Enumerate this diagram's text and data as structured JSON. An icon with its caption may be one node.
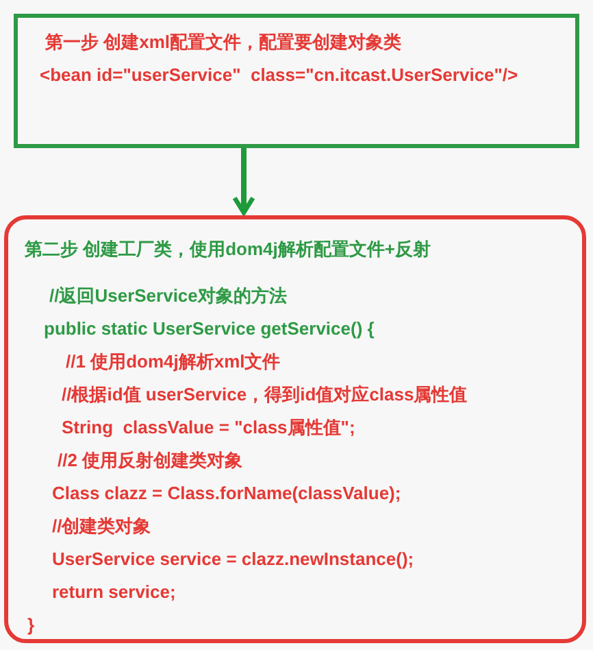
{
  "diagram": {
    "nodes": [
      {
        "text": [
          "第一步 创建xml配置文件，配置要创建对象类",
          "<bean id=\"userService\"  class=\"cn.itcast.UserService\"/>"
        ]
      },
      {
        "text": [
          "第二步 创建工厂类，使用dom4j解析配置文件+反射",
          "//返回UserService对象的方法",
          "public static UserService getService() {",
          "//1 使用dom4j解析xml文件",
          "//根据id值 userService，得到id值对应class属性值",
          "String  classValue = \"class属性值\";",
          "//2 使用反射创建类对象",
          "Class clazz = Class.forName(classValue);",
          "//创建类对象",
          "UserService service = clazz.newInstance();",
          "return service;",
          "}"
        ]
      }
    ],
    "edges": [
      {
        "from": 0,
        "to": 1,
        "arrow": "to",
        "color": "#1f9a3a"
      }
    ]
  }
}
